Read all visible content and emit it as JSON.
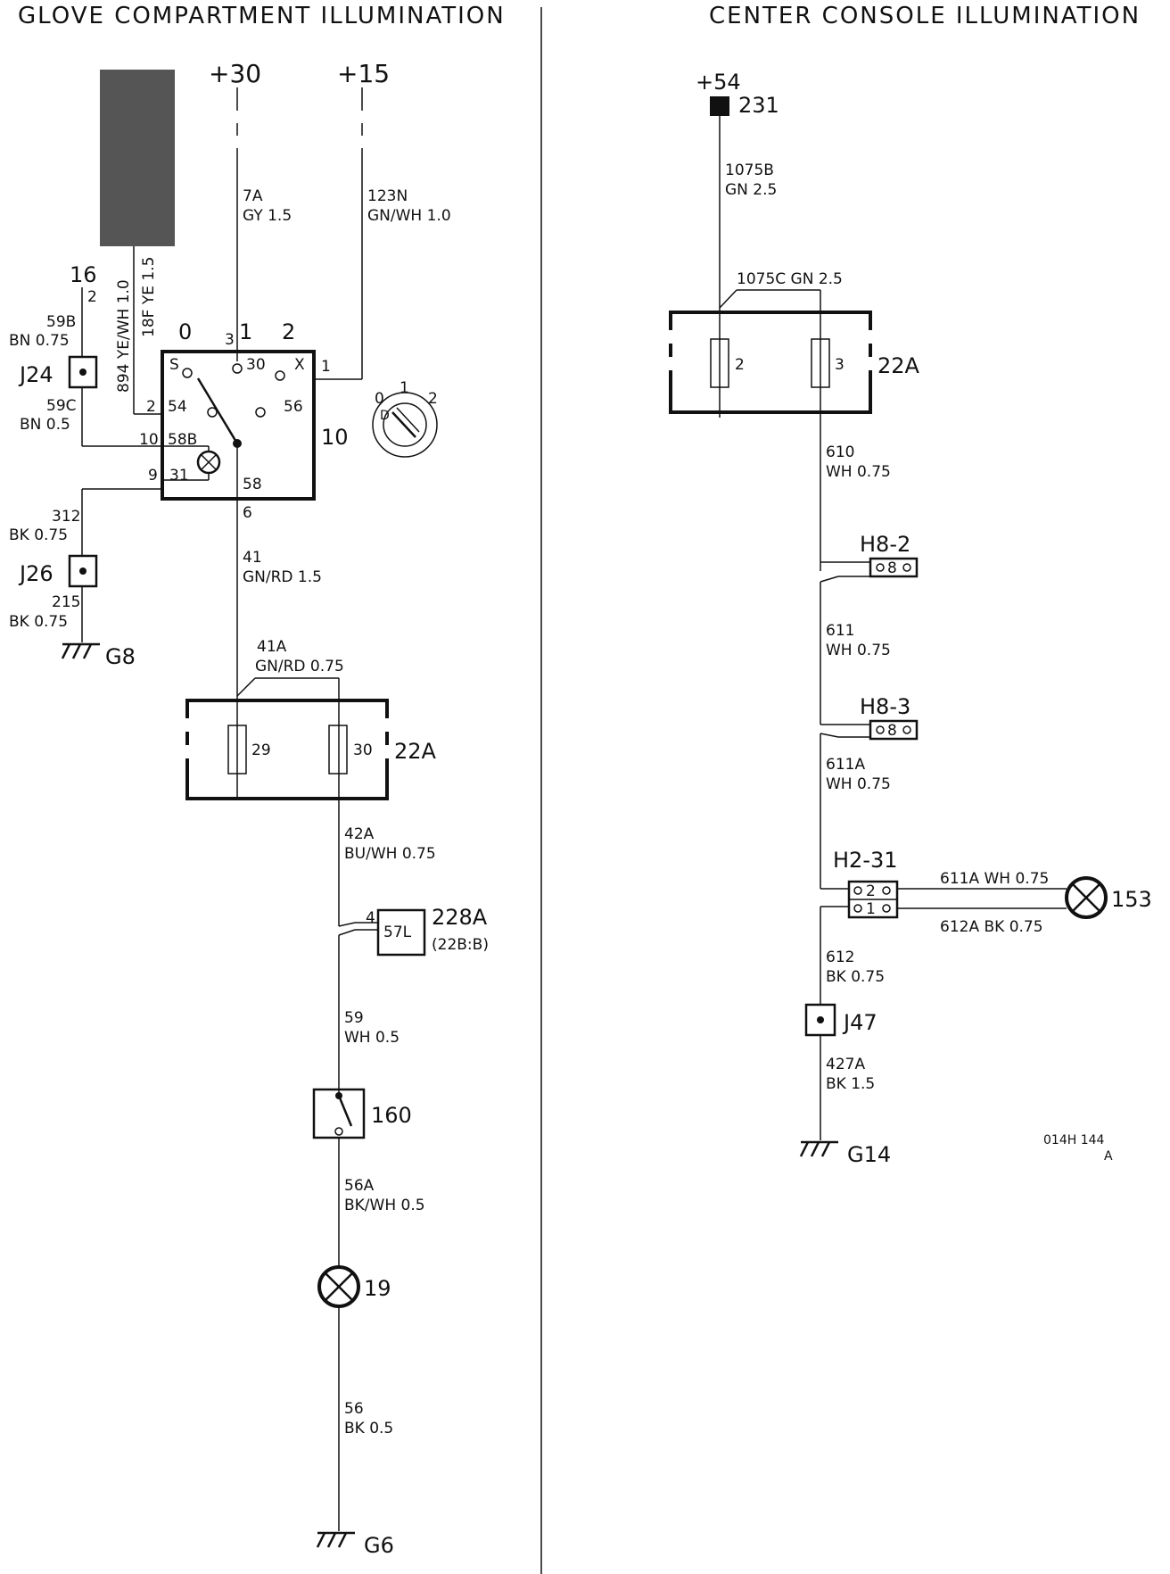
{
  "titles": {
    "left": "GLOVE COMPARTMENT ILLUMINATION",
    "right": "CENTER CONSOLE ILLUMINATION"
  },
  "supplies": {
    "p30": "+30",
    "p15": "+15",
    "p54": "+54"
  },
  "left": {
    "wire_7a": {
      "id": "7A",
      "spec": "GY 1.5"
    },
    "wire_123n": {
      "id": "123N",
      "spec": "GN/WH 1.0"
    },
    "connector_16": "16",
    "connector_16_pin": "2",
    "vert_wire_1": "894 YE/WH 1.0",
    "vert_wire_2": "18F YE 1.5",
    "wire_59b": {
      "id": "59B",
      "spec": "BN 0.75"
    },
    "j24": "J24",
    "wire_59c": {
      "id": "59C",
      "spec": "BN 0.5"
    },
    "wire_312": {
      "id": "312",
      "spec": "BK 0.75"
    },
    "j26": "J26",
    "wire_215": {
      "id": "215",
      "spec": "BK 0.75"
    },
    "ground_g8": "G8",
    "switch": {
      "label": "10",
      "pos0": "0",
      "pos1": "1",
      "pos2": "2",
      "pin3": "3",
      "s": "S",
      "x": "X",
      "t30": "30",
      "t54": "54",
      "t56": "56",
      "t58b": "58B",
      "t31": "31",
      "t58": "58",
      "pin1": "1",
      "pin2": "2",
      "pin10": "10",
      "pin9": "9",
      "pin6": "6"
    },
    "knob": {
      "p0": "0",
      "p1": "1",
      "p2": "2",
      "d": "D"
    },
    "wire_41": {
      "id": "41",
      "spec": "GN/RD 1.5"
    },
    "wire_41a": {
      "id": "41A",
      "spec": "GN/RD 0.75"
    },
    "fusebox": {
      "label": "22A",
      "f1": "29",
      "f2": "30"
    },
    "wire_42a": {
      "id": "42A",
      "spec": "BU/WH 0.75"
    },
    "comp_228a": {
      "label": "228A",
      "sub": "(22B:B)",
      "pin": "4",
      "term": "57L"
    },
    "wire_59": {
      "id": "59",
      "spec": "WH 0.5"
    },
    "switch_160": "160",
    "wire_56a": {
      "id": "56A",
      "spec": "BK/WH 0.5"
    },
    "lamp_19": "19",
    "wire_56": {
      "id": "56",
      "spec": "BK 0.5"
    },
    "ground_g6": "G6"
  },
  "right": {
    "conn_231": "231",
    "wire_1075b": {
      "id": "1075B",
      "spec": "GN 2.5"
    },
    "wire_1075c": "1075C GN 2.5",
    "fusebox": {
      "label": "22A",
      "f1": "2",
      "f2": "3"
    },
    "wire_610": {
      "id": "610",
      "spec": "WH 0.75"
    },
    "h82": {
      "label": "H8-2",
      "pin": "8"
    },
    "wire_611": {
      "id": "611",
      "spec": "WH 0.75"
    },
    "h83": {
      "label": "H8-3",
      "pin": "8"
    },
    "wire_611a": {
      "id": "611A",
      "spec": "WH 0.75"
    },
    "h231": {
      "label": "H2-31",
      "pin_a": "2",
      "pin_b": "1"
    },
    "wire_611a_h": "611A WH 0.75",
    "wire_612a_h": "612A BK 0.75",
    "lamp_153": "153",
    "wire_612": {
      "id": "612",
      "spec": "BK 0.75"
    },
    "j47": "J47",
    "wire_427a": {
      "id": "427A",
      "spec": "BK 1.5"
    },
    "ground_g14": "G14",
    "ref_code": "014H 144",
    "ref_rev": "A"
  }
}
